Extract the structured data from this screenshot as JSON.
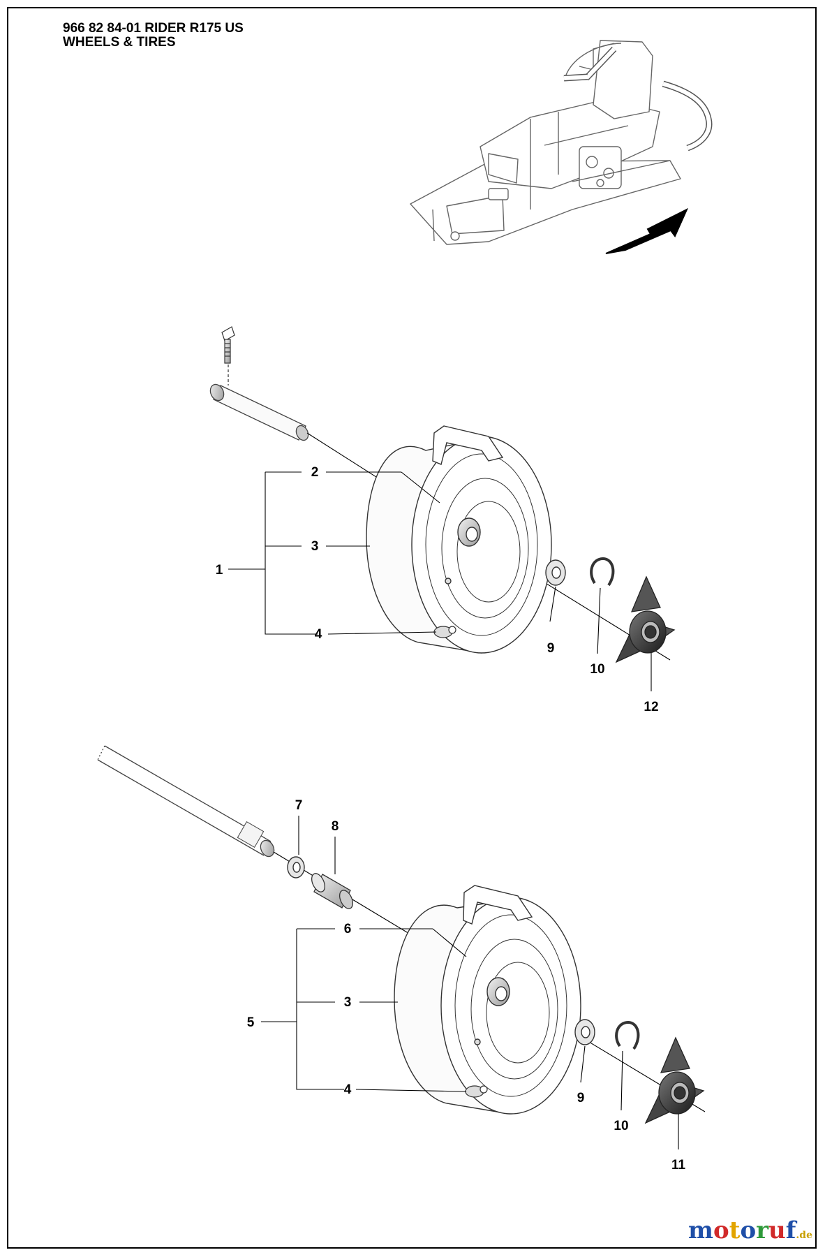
{
  "header": {
    "line1": "966 82 84-01 RIDER R175 US",
    "line2": "WHEELS & TIRES"
  },
  "callouts": {
    "c1": "1",
    "c2": "2",
    "c3a": "3",
    "c4a": "4",
    "c9a": "9",
    "c10a": "10",
    "c12": "12",
    "c7": "7",
    "c8": "8",
    "c5": "5",
    "c6": "6",
    "c3b": "3",
    "c4b": "4",
    "c9b": "9",
    "c10b": "10",
    "c11": "11"
  },
  "watermark": {
    "letters": [
      "m",
      "o",
      "t",
      "o",
      "r",
      "u",
      "f"
    ],
    "colors": [
      "#1f4fa8",
      "#d12a2a",
      "#e2a400",
      "#1f4fa8",
      "#2e9a3a",
      "#d12a2a",
      "#1f4fa8"
    ],
    "suffix": ".de"
  },
  "icons": {
    "arrow": "direction-arrow-icon",
    "chassis": "chassis-frame-icon"
  }
}
